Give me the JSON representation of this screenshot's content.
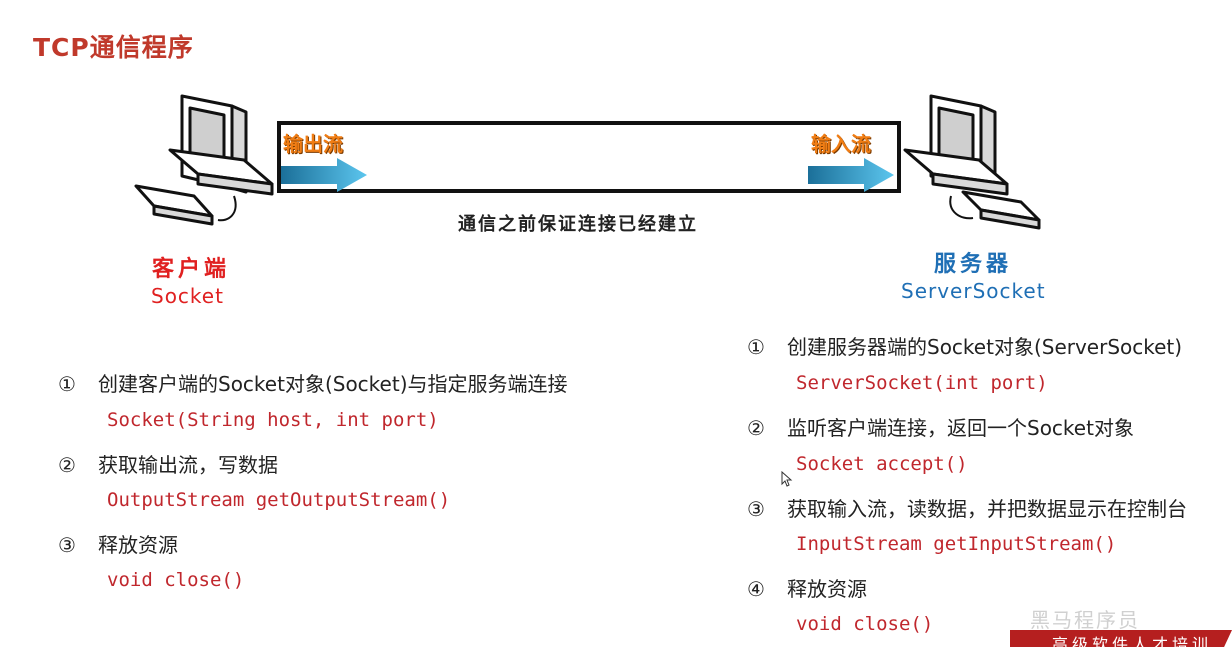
{
  "title": "TCP通信程序",
  "channel": {
    "output_label": "输出流",
    "input_label": "输入流",
    "caption": "通信之前保证连接已经建立"
  },
  "client": {
    "name_cn": "客户端",
    "name_en": "Socket"
  },
  "server": {
    "name_cn": "服务器",
    "name_en": "ServerSocket"
  },
  "client_steps": [
    {
      "num": "①",
      "text": "创建客户端的Socket对象(Socket)与指定服务端连接",
      "code": "Socket(String host, int port)"
    },
    {
      "num": "②",
      "text": "获取输出流，写数据",
      "code": "OutputStream getOutputStream()"
    },
    {
      "num": "③",
      "text": "释放资源",
      "code": "void close()"
    }
  ],
  "server_steps": [
    {
      "num": "①",
      "text": "创建服务器端的Socket对象(ServerSocket)",
      "code": "ServerSocket(int port)"
    },
    {
      "num": "②",
      "text": "监听客户端连接，返回一个Socket对象",
      "code": "Socket accept()"
    },
    {
      "num": "③",
      "text": "获取输入流，读数据，并把数据显示在控制台",
      "code": "InputStream getInputStream()"
    },
    {
      "num": "④",
      "text": "释放资源",
      "code": "void close()"
    }
  ],
  "watermark": {
    "top_text": "黑马程序员",
    "ribbon_text": "高级软件人才培训"
  },
  "colors": {
    "title": "#c0392b",
    "client": "#e02020",
    "server": "#1f6fb5",
    "flow": "#f07d14",
    "code": "#c0272d"
  },
  "icons": [
    "computer-icon",
    "arrow-right-icon",
    "mouse-cursor-icon"
  ]
}
